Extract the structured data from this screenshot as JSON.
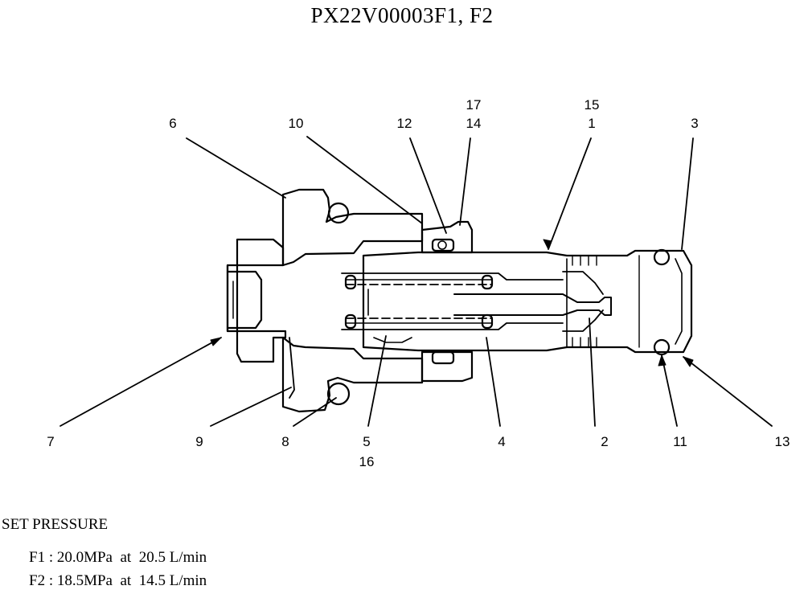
{
  "title": "PX22V00003F1, F2",
  "callouts": {
    "c6": "6",
    "c10": "10",
    "c12": "12",
    "c17": "17",
    "c14": "14",
    "c15": "15",
    "c1": "1",
    "c3": "3",
    "c7": "7",
    "c9": "9",
    "c8": "8",
    "c5": "5",
    "c16": "16",
    "c4": "4",
    "c2": "2",
    "c11": "11",
    "c13": "13"
  },
  "spec": {
    "heading": "SET PRESSURE",
    "lines": [
      "F1 : 20.0MPa  at  20.5 L/min",
      "F2 : 18.5MPa  at  14.5 L/min"
    ]
  }
}
